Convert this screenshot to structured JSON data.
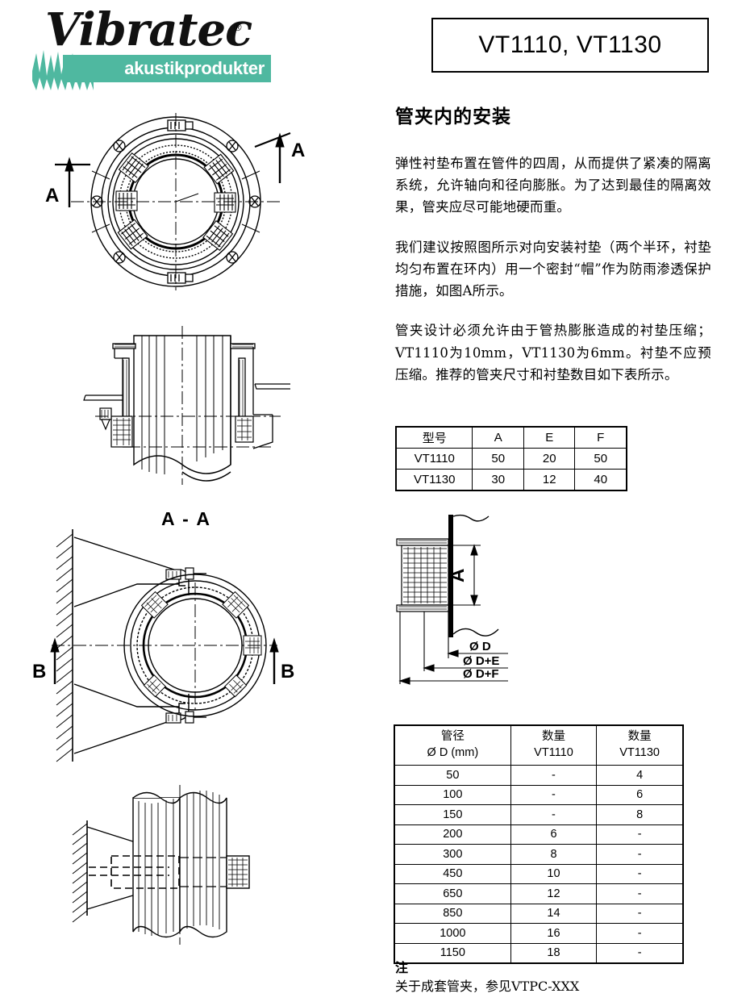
{
  "logo": {
    "wordmark": "Vibratec",
    "registered": "®",
    "subtitle": "akustikprodukter",
    "accent_color": "#4fb8a0"
  },
  "header": {
    "title": "VT1110, VT1130"
  },
  "content": {
    "heading": "管夹内的安装",
    "paragraphs": [
      "弹性衬垫布置在管件的四周，从而提供了紧凑的隔离系统，允许轴向和径向膨胀。为了达到最佳的隔离效果，管夹应尽可能地硬而重。",
      "我们建议按照图所示对向安装衬垫（两个半环，衬垫均匀布置在环内）用一个密封“帽”作为防雨渗透保护措施，如图A所示。",
      "管夹设计必须允许由于管热膨胀造成的衬垫压缩；VT1110为10mm，VT1130为6mm。衬垫不应预压缩。推荐的管夹尺寸和衬垫数目如下表所示。"
    ]
  },
  "table_models": {
    "headers": [
      "型号",
      "A",
      "E",
      "F"
    ],
    "rows": [
      [
        "VT1110",
        "50",
        "20",
        "50"
      ],
      [
        "VT1130",
        "30",
        "12",
        "40"
      ]
    ]
  },
  "table_quantity": {
    "headers": [
      {
        "line1": "管径",
        "line2": "Ø D (mm)"
      },
      {
        "line1": "数量",
        "line2": "VT1110"
      },
      {
        "line1": "数量",
        "line2": "VT1130"
      }
    ],
    "rows": [
      [
        "50",
        "-",
        "4"
      ],
      [
        "100",
        "-",
        "6"
      ],
      [
        "150",
        "-",
        "8"
      ],
      [
        "200",
        "6",
        "-"
      ],
      [
        "300",
        "8",
        "-"
      ],
      [
        "450",
        "10",
        "-"
      ],
      [
        "650",
        "12",
        "-"
      ],
      [
        "850",
        "14",
        "-"
      ],
      [
        "1000",
        "16",
        "-"
      ],
      [
        "1150",
        "18",
        "-"
      ]
    ]
  },
  "note": {
    "title": "注",
    "body": "关于成套管夹，参见VTPC-XXX"
  },
  "figures": {
    "front_view": {
      "section_label_left": "A",
      "section_label_right": "A"
    },
    "section_aa": {
      "caption": "A - A"
    },
    "bracket_view": {
      "section_label_left": "B",
      "section_label_right": "B"
    },
    "dimension_diagram": {
      "vertical_label": "A",
      "dim_1": "Ø D",
      "dim_2": "Ø D+E",
      "dim_3": "Ø D+F"
    }
  }
}
